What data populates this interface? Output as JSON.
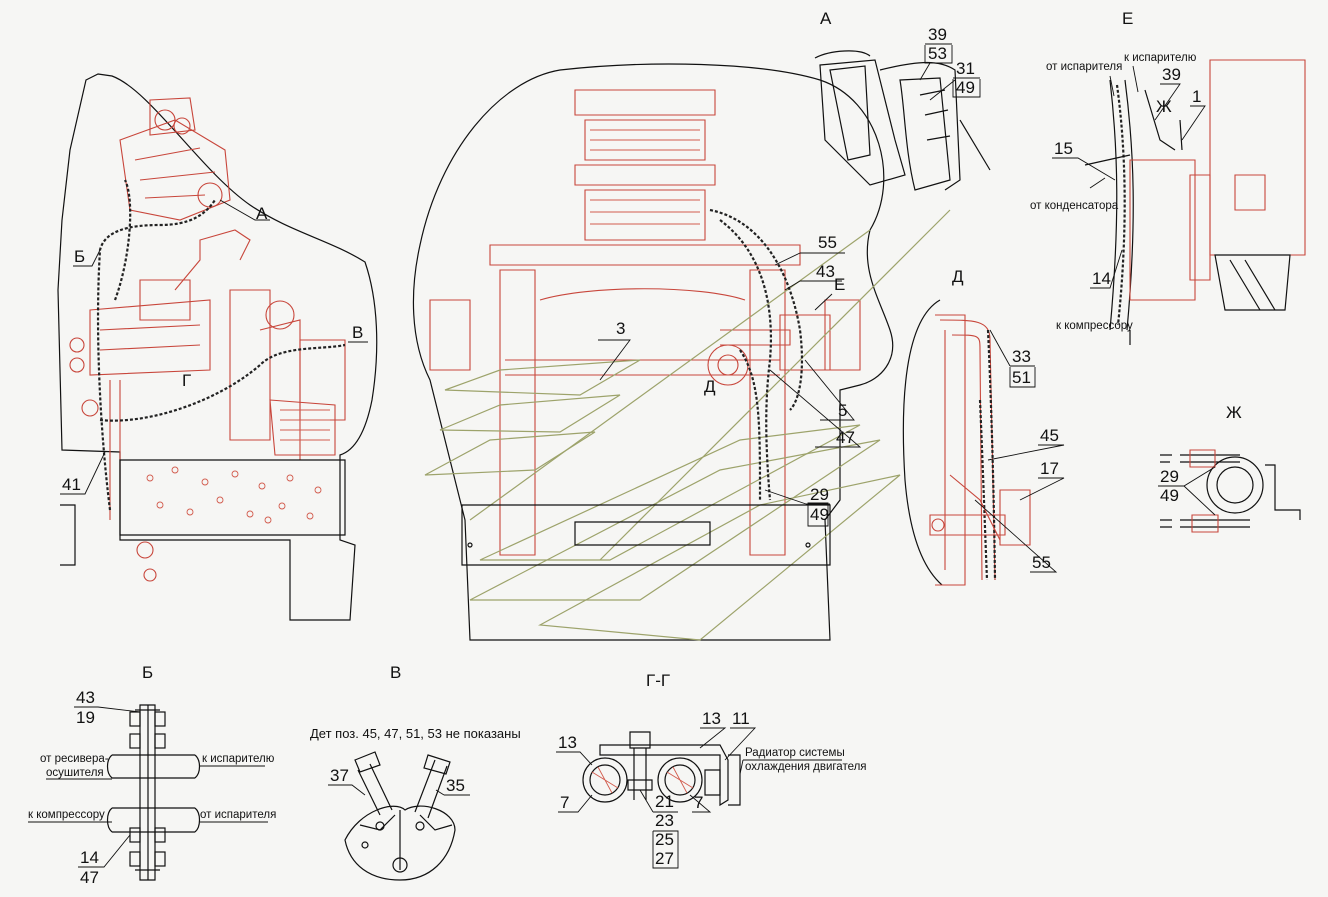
{
  "views": {
    "A": "А",
    "B": "Б",
    "V": "В",
    "GG": "Г-Г",
    "D": "Д",
    "E": "Е",
    "Zh": "Ж"
  },
  "main_left": {
    "label_A": "А",
    "label_B": "Б",
    "label_V": "В",
    "label_G": "Г",
    "pos_41": "41"
  },
  "main_center": {
    "pos_3": "3",
    "pos_55": "55",
    "pos_43": "43",
    "label_E": "Е",
    "pos_5": "5",
    "pos_47": "47",
    "label_D": "Д",
    "pos_29": "29",
    "pos_49": "49"
  },
  "view_A": {
    "pos_39": "39",
    "pos_53": "53",
    "pos_31": "31",
    "pos_49": "49"
  },
  "view_E": {
    "from_evaporator": "от испарителя",
    "to_evaporator": "к испарителю",
    "pos_39": "39",
    "label_Zh": "Ж",
    "pos_1": "1",
    "pos_15": "15",
    "from_condenser": "от конденсатора",
    "pos_14": "14",
    "to_compressor": "к компрессору"
  },
  "view_D": {
    "pos_33": "33",
    "pos_51": "51",
    "pos_45": "45",
    "pos_17": "17",
    "pos_55": "55"
  },
  "view_Zh": {
    "pos_29": "29",
    "pos_49": "49"
  },
  "view_B": {
    "pos_43": "43",
    "pos_19": "19",
    "from_receiver_1": "от ресивера-",
    "from_receiver_2": "осушителя",
    "to_evaporator": "к испарителю",
    "to_compressor": "к компрессору",
    "from_evaporator": "от испарителя",
    "pos_14": "14",
    "pos_47": "47"
  },
  "view_V": {
    "note": "Дет  поз. 45, 47, 51, 53 не показаны",
    "pos_37": "37",
    "pos_35": "35"
  },
  "view_GG": {
    "pos_13a": "13",
    "pos_13b": "13",
    "pos_11": "11",
    "radiator_1": "Радиатор системы",
    "radiator_2": "охлаждения двигателя",
    "pos_7a": "7",
    "pos_7b": "7",
    "pos_21": "21",
    "pos_23": "23",
    "pos_25": "25",
    "pos_27": "27"
  }
}
